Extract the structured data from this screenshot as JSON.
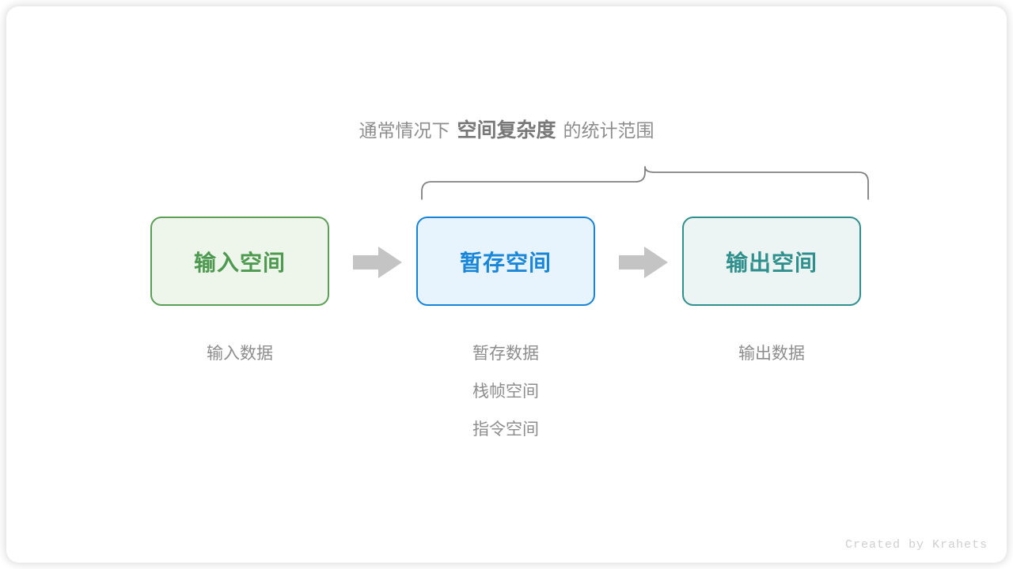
{
  "scope_note": {
    "prefix": "通常情况下",
    "emphasis": "空间复杂度",
    "suffix": "的统计范围"
  },
  "boxes": [
    {
      "id": "input",
      "label": "输入空间",
      "border_color": "#5b9e55",
      "fill_color": "#eef6ec",
      "text_color": "#4e9950"
    },
    {
      "id": "temp",
      "label": "暂存空间",
      "border_color": "#1783d6",
      "fill_color": "#e8f4fd",
      "text_color": "#1a86d8"
    },
    {
      "id": "output",
      "label": "输出空间",
      "border_color": "#2f8f8c",
      "fill_color": "#ecf5f3",
      "text_color": "#2f8f8c"
    }
  ],
  "arrows": [
    {
      "id": "arrow-1",
      "icon": "right-arrow-icon",
      "color": "#c4c4c4"
    },
    {
      "id": "arrow-2",
      "icon": "right-arrow-icon",
      "color": "#c4c4c4"
    }
  ],
  "captions": {
    "input": [
      "输入数据"
    ],
    "temp": [
      "暂存数据",
      "栈帧空间",
      "指令空间"
    ],
    "output": [
      "输出数据"
    ]
  },
  "brace": {
    "icon": "curly-brace-icon",
    "color": "#808080",
    "spans_boxes": [
      "temp",
      "output"
    ]
  },
  "credit": "Created by Krahets",
  "colors": {
    "background": "#ffffff",
    "muted_text": "#8d8d8d",
    "emphasis_text": "#787878",
    "credit_text": "#cfcfcf"
  }
}
